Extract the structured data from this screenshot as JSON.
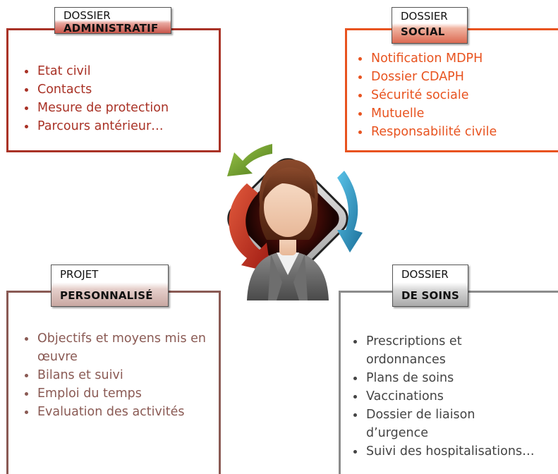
{
  "colors": {
    "administratif": "#a93226",
    "social": "#e8531f",
    "projet": "#8a5a54",
    "soins": "#8c8c8c"
  },
  "administratif": {
    "tab_line1": "DOSSIER",
    "tab_line2": "ADMINISTRATIF",
    "items": [
      "Etat civil",
      "Contacts",
      "Mesure de protection",
      "Parcours antérieur…"
    ]
  },
  "social": {
    "tab_line1": "DOSSIER",
    "tab_line2": "SOCIAL",
    "items": [
      "Notification MDPH",
      "Dossier CDAPH",
      "Sécurité sociale",
      "Mutuelle",
      "Responsabilité civile"
    ]
  },
  "projet": {
    "tab_line1": "PROJET",
    "tab_line2": "PERSONNALISÉ",
    "items": [
      "Objectifs et moyens mis en œuvre",
      "Bilans et suivi",
      "Emploi du temps",
      "Evaluation des activités"
    ]
  },
  "soins": {
    "tab_line1": "DOSSIER",
    "tab_line2": "DE SOINS",
    "items": [
      "Prescriptions et ordonnances",
      "Plans de soins",
      "Vaccinations",
      "Dossier de liaison d’urgence",
      "Suivi des hospitalisations…"
    ]
  },
  "center_icon": "person-cycle-icon"
}
